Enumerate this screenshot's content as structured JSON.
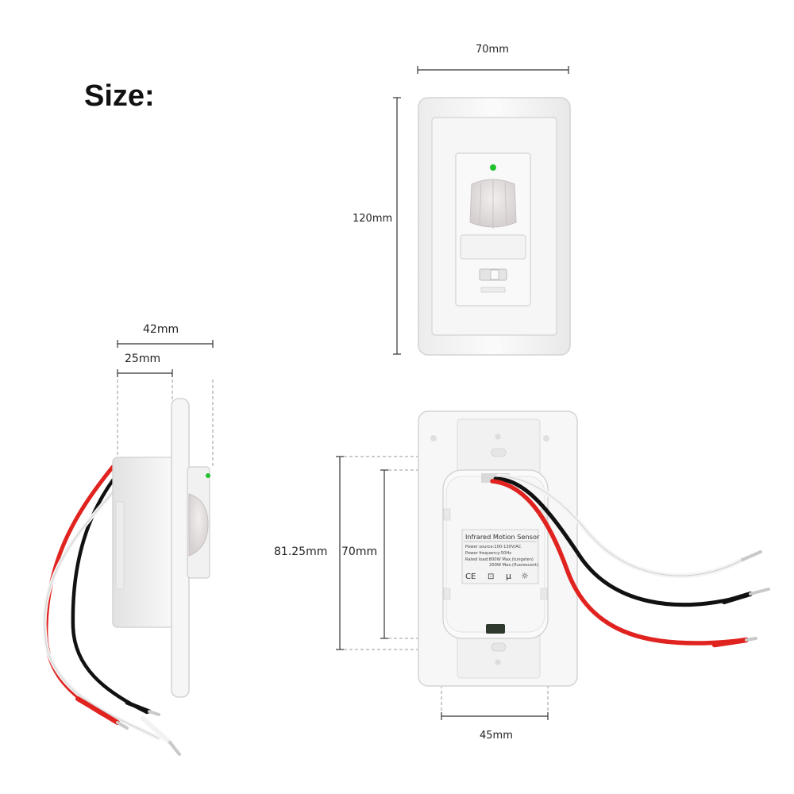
{
  "heading": "Size:",
  "dimensions": {
    "front_width": "70mm",
    "front_height": "120mm",
    "side_depth_total": "42mm",
    "side_depth_body": "25mm",
    "back_outer_height": "81.25mm",
    "back_inner_height": "70mm",
    "back_width": "45mm"
  },
  "label": {
    "title": "Infrared Motion Sensor",
    "lines": [
      "Power source:100-130V/AC",
      "Power frequency:50Hz",
      "Rated load:800W Max.(tungsten)",
      "200W Max.(fluorescent)"
    ],
    "marks": [
      "CE",
      "⊡",
      "μ",
      "☼"
    ]
  },
  "colors": {
    "wire_red": "#e0231f",
    "wire_black": "#111111",
    "wire_white": "#f2f2f2",
    "led_green": "#22c22e",
    "plate": "#f7f7f7"
  }
}
